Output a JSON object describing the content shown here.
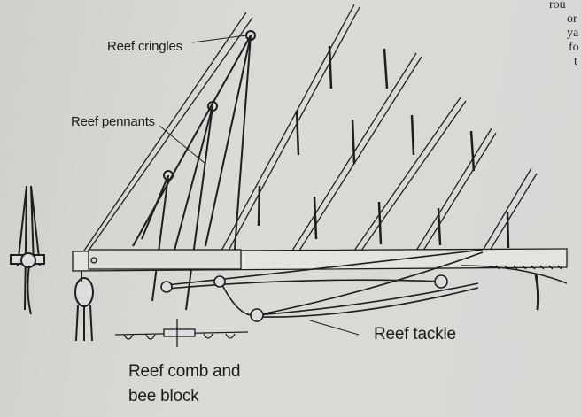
{
  "labels": {
    "reef_cringles": "Reef cringles",
    "reef_pennants": "Reef pennants",
    "reef_tackle": "Reef tackle",
    "reef_comb_line1": "Reef comb and",
    "reef_comb_line2": "bee block"
  },
  "page_text_fragments": [
    "rou",
    "or",
    "ya",
    "fo",
    "t"
  ],
  "colors": {
    "paper": "#d8d8d5",
    "ink": "#1b1b1b"
  }
}
